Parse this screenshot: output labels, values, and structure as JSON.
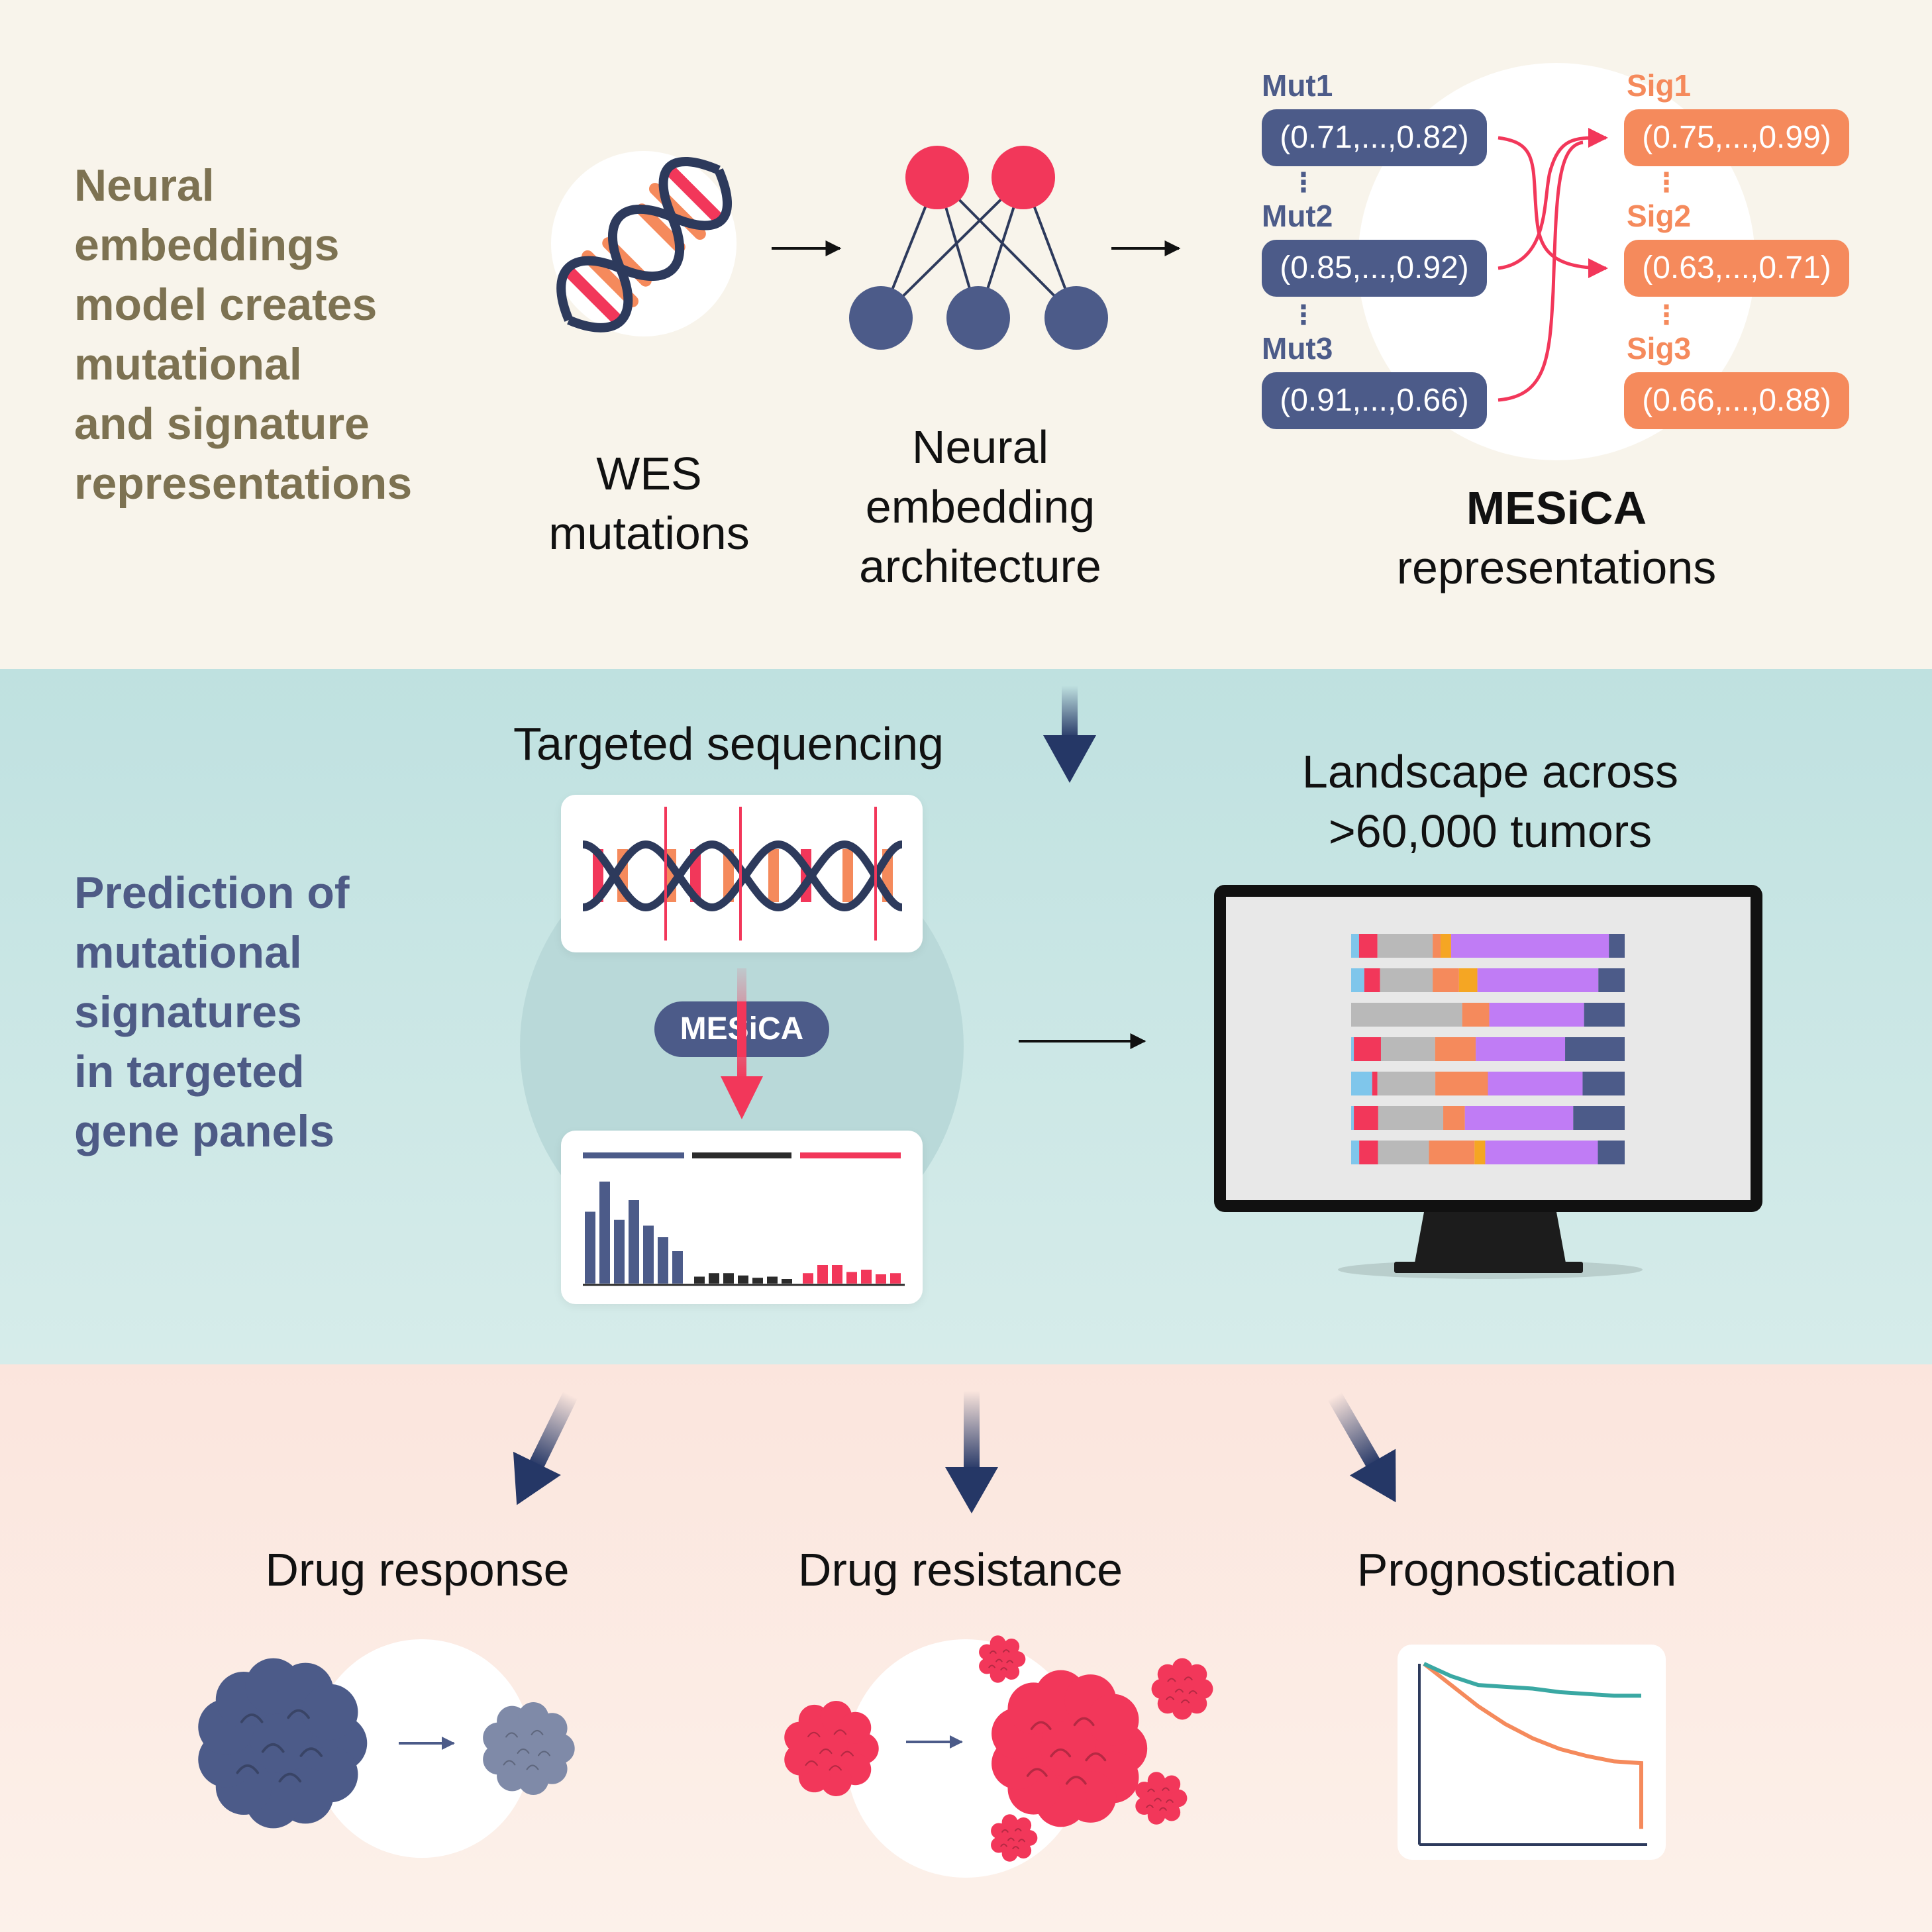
{
  "colors": {
    "navy": "#4c5b89",
    "orange": "#f58a5c",
    "red": "#f2375a",
    "olive_title": "#7d7252",
    "purple": "#c07cf5",
    "gray": "#b9b9b9",
    "sky": "#7fc6eb",
    "amber": "#f5a623",
    "teal": "#3aa8a3",
    "dark_arrow": "#253766"
  },
  "top": {
    "title": "Neural\nembeddings\nmodel creates\nmutational\nand signature\nrepresentations",
    "wes_caption": "WES\nmutations",
    "arch_caption": "Neural\nembedding\narchitecture",
    "mesica_name": "MESiCA",
    "mesica_caption": "representations",
    "dna_icon": "dna-helix-icon",
    "network_icon": "neural-network-icon",
    "mutations": [
      {
        "label": "Mut1",
        "vector": "(0.71,...,0.82)"
      },
      {
        "label": "Mut2",
        "vector": "(0.85,...,0.92)"
      },
      {
        "label": "Mut3",
        "vector": "(0.91,...,0.66)"
      }
    ],
    "signatures": [
      {
        "label": "Sig1",
        "vector": "(0.75,...,0.99)"
      },
      {
        "label": "Sig2",
        "vector": "(0.63,...,0.71)"
      },
      {
        "label": "Sig3",
        "vector": "(0.66,...,0.88)"
      }
    ],
    "vertical_dots": "⋮"
  },
  "mid": {
    "title": "Prediction of\nmutational\nsignatures\nin targeted\ngene panels",
    "targeted_caption": "Targeted sequencing",
    "badge": "MESiCA",
    "landscape_caption": "Landscape across\n>60,000 tumors",
    "monitor_icon": "monitor-icon",
    "signature_bars": {
      "navy": [
        0.62,
        0.88,
        0.55,
        0.72,
        0.5,
        0.4,
        0.28
      ],
      "black": [
        0.06,
        0.09,
        0.09,
        0.07,
        0.05,
        0.06,
        0.04
      ],
      "red": [
        0.09,
        0.16,
        0.16,
        0.1,
        0.12,
        0.08,
        0.09
      ]
    },
    "landscape_rows": [
      [
        0.03,
        0.07,
        0.21,
        0.03,
        0.04,
        0.6,
        0.06
      ],
      [
        0.05,
        0.06,
        0.2,
        0.1,
        0.07,
        0.46,
        0.1
      ],
      [
        0.0,
        0.0,
        0.41,
        0.1,
        0.0,
        0.35,
        0.15
      ],
      [
        0.01,
        0.1,
        0.2,
        0.15,
        0.0,
        0.33,
        0.22
      ],
      [
        0.08,
        0.02,
        0.22,
        0.2,
        0.0,
        0.36,
        0.16
      ],
      [
        0.01,
        0.09,
        0.24,
        0.08,
        0.0,
        0.4,
        0.19
      ],
      [
        0.03,
        0.07,
        0.19,
        0.17,
        0.04,
        0.42,
        0.1
      ]
    ]
  },
  "bottom": {
    "captions": [
      "Drug response",
      "Drug resistance",
      "Prognostication"
    ],
    "response_icon": "tumor-shrink-icon",
    "resistance_icon": "tumor-growth-icon",
    "survival_curves": {
      "teal": [
        1.0,
        0.93,
        0.88,
        0.87,
        0.86,
        0.84,
        0.83,
        0.82,
        0.82
      ],
      "orange": [
        1.0,
        0.88,
        0.76,
        0.66,
        0.58,
        0.52,
        0.48,
        0.45,
        0.44,
        0.07
      ]
    }
  }
}
